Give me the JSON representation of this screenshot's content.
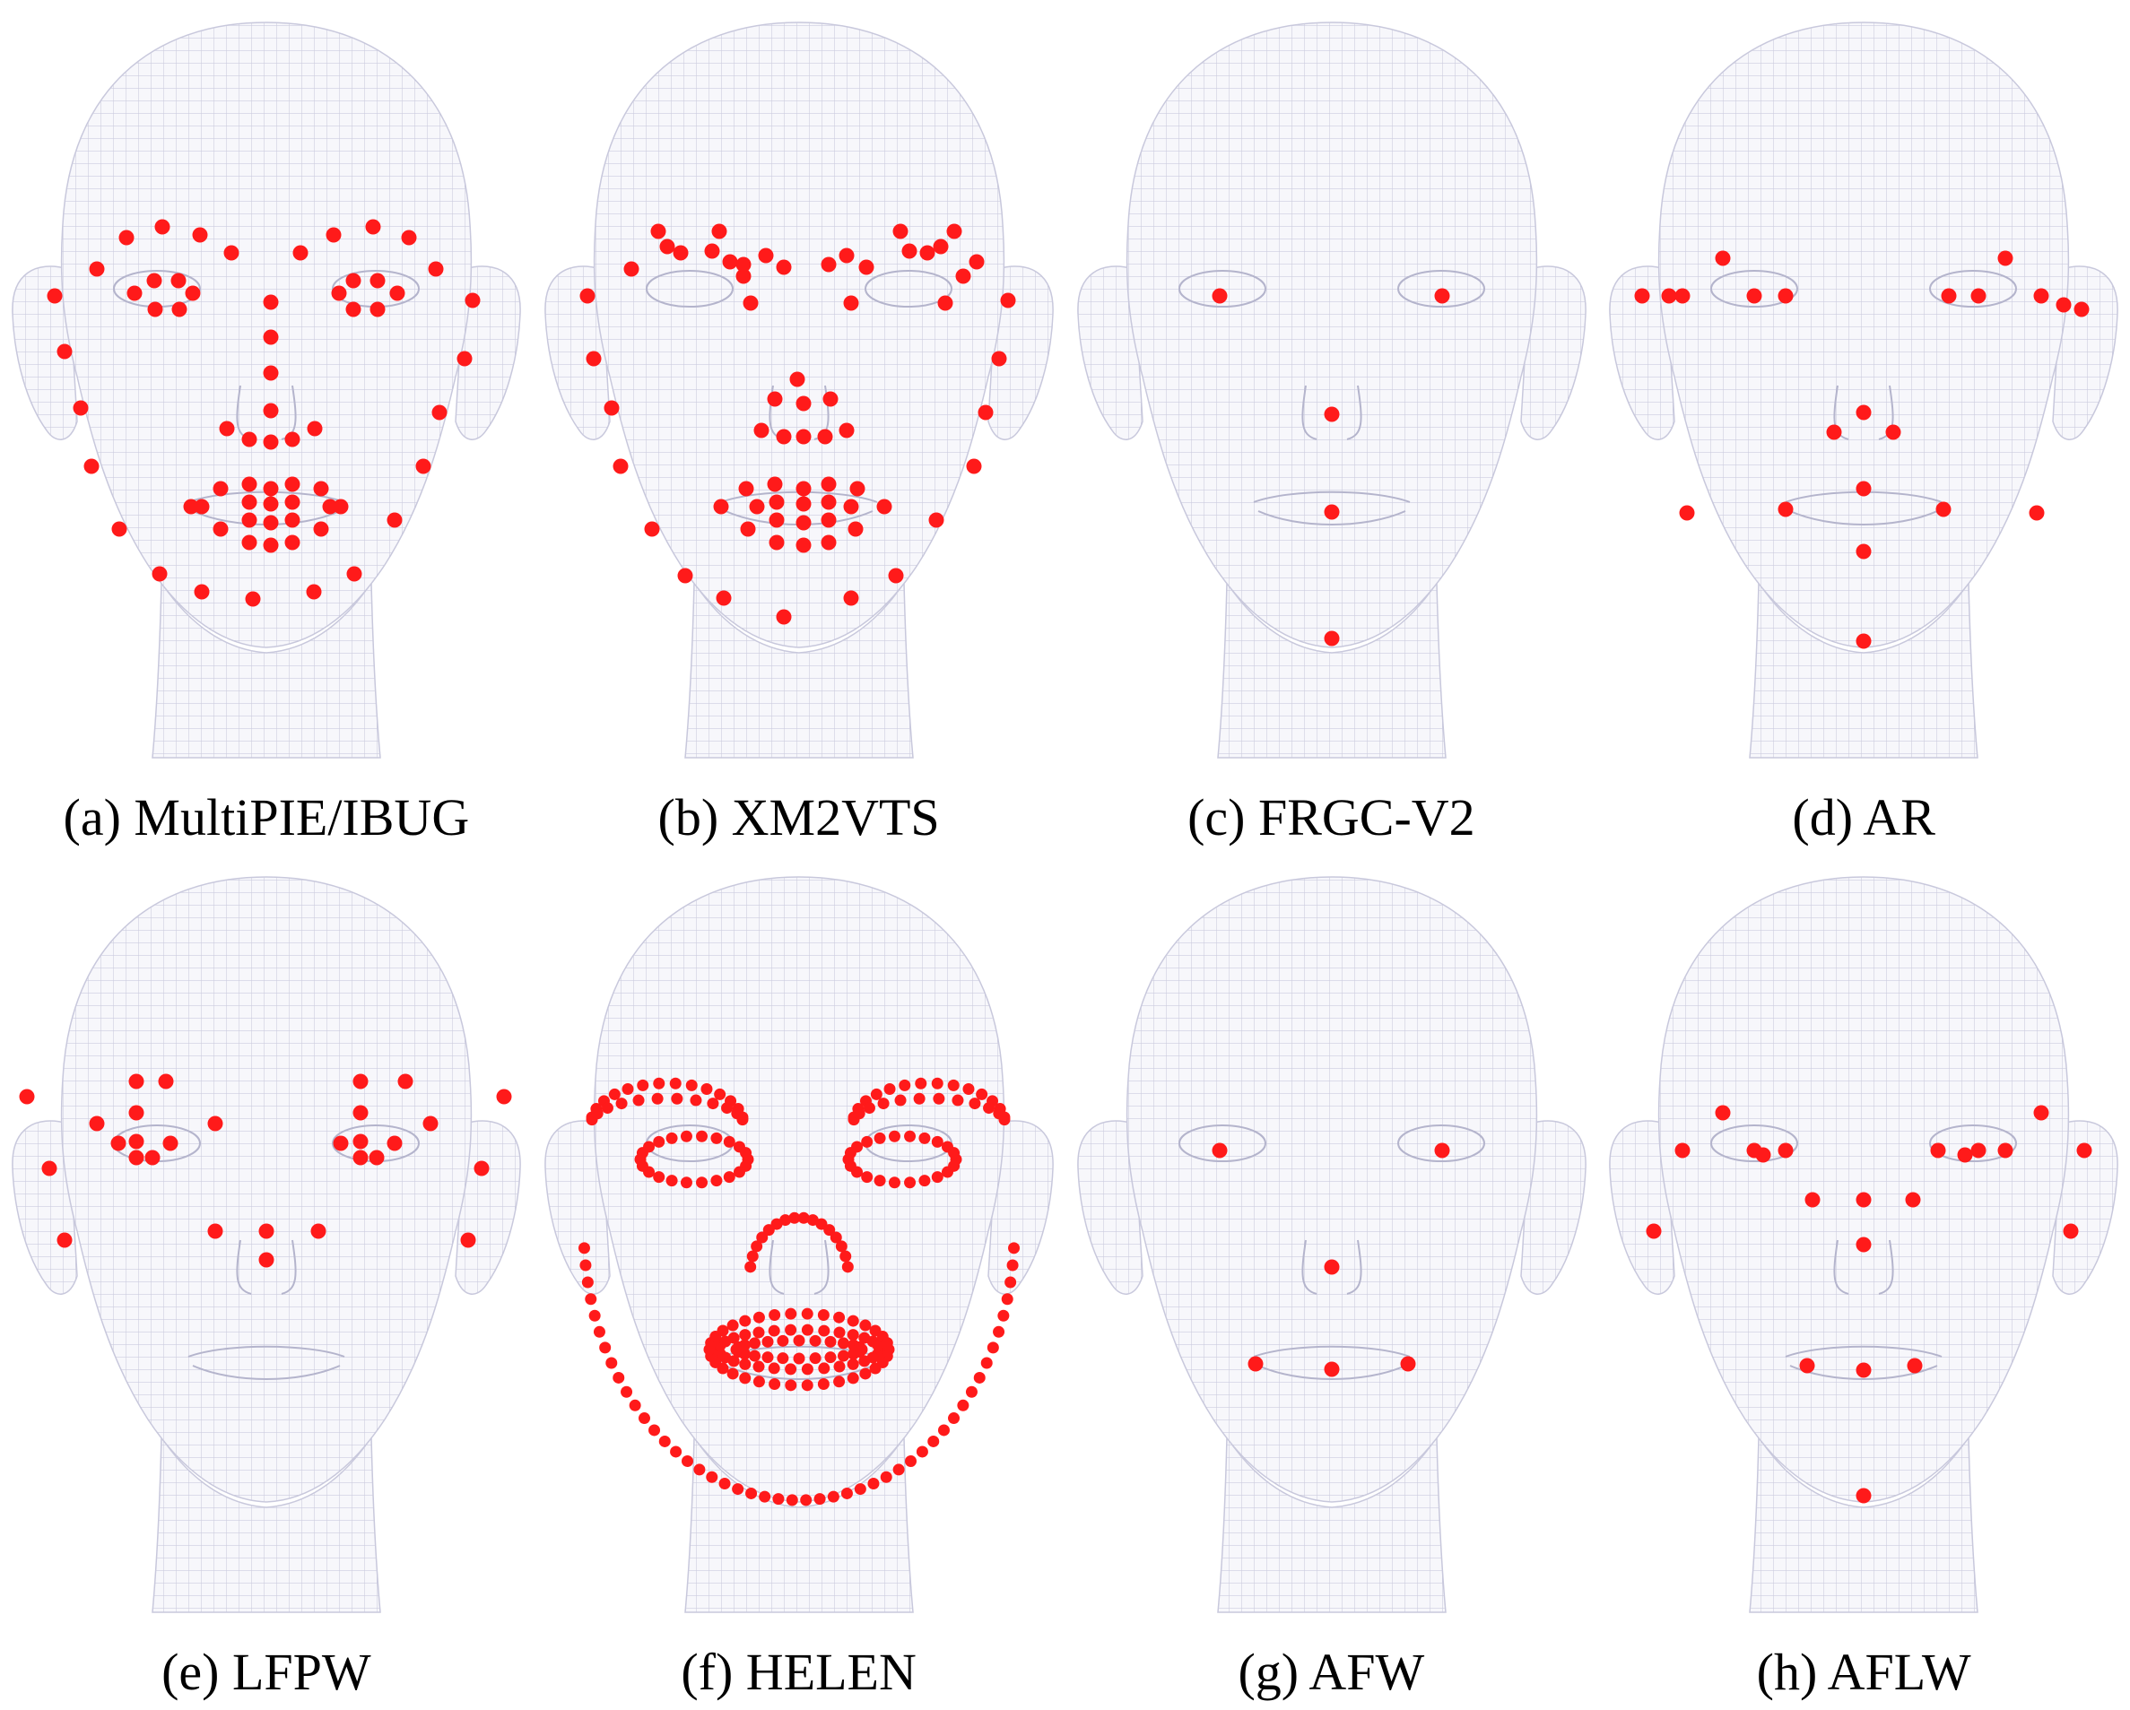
{
  "panels": [
    {
      "id": "a",
      "caption": "(a) MultiPIE/IBUG",
      "landmarks": 68
    },
    {
      "id": "b",
      "caption": "(b) XM2VTS",
      "landmarks": 68
    },
    {
      "id": "c",
      "caption": "(c) FRGC-V2",
      "landmarks": 5
    },
    {
      "id": "d",
      "caption": "(d) AR",
      "landmarks": 22
    },
    {
      "id": "e",
      "caption": "(e) LFPW",
      "landmarks": 29
    },
    {
      "id": "f",
      "caption": "(f) HELEN",
      "landmarks": 194
    },
    {
      "id": "g",
      "caption": "(g) AFW",
      "landmarks": 6
    },
    {
      "id": "h",
      "caption": "(h) AFLW",
      "landmarks": 21
    }
  ],
  "colors": {
    "landmark": "#ff1a1a",
    "mesh": "#c8c8dc",
    "face_fill": "#f7f7fb"
  }
}
